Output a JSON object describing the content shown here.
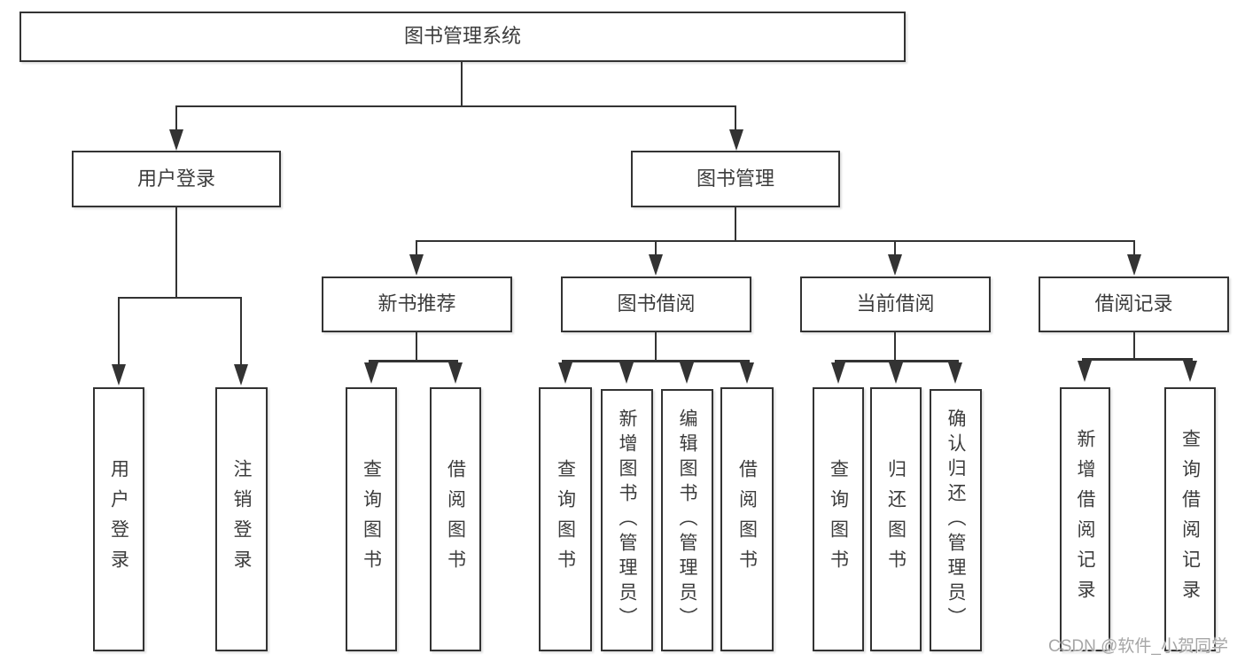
{
  "tree": {
    "root": {
      "label": "图书管理系统",
      "children": [
        {
          "label": "用户登录",
          "children": [
            {
              "label": "用户登录"
            },
            {
              "label": "注销登录"
            }
          ]
        },
        {
          "label": "图书管理",
          "children": [
            {
              "label": "新书推荐",
              "children": [
                {
                  "label": "查询图书"
                },
                {
                  "label": "借阅图书"
                }
              ]
            },
            {
              "label": "图书借阅",
              "children": [
                {
                  "label": "查询图书"
                },
                {
                  "label": "新增图书（管理员）"
                },
                {
                  "label": "编辑图书（管理员）"
                },
                {
                  "label": "借阅图书"
                }
              ]
            },
            {
              "label": "当前借阅",
              "children": [
                {
                  "label": "查询图书"
                },
                {
                  "label": "归还图书"
                },
                {
                  "label": "确认归还（管理员）"
                }
              ]
            },
            {
              "label": "借阅记录",
              "children": [
                {
                  "label": "新增借阅记录"
                },
                {
                  "label": "查询借阅记录"
                }
              ]
            }
          ]
        }
      ]
    }
  },
  "watermark": {
    "text": "CSDN @软件_小贺同学"
  },
  "colors": {
    "line": "#333333",
    "text": "#3c3c3c",
    "background": "#ffffff",
    "watermark": "#a6a6a6"
  }
}
